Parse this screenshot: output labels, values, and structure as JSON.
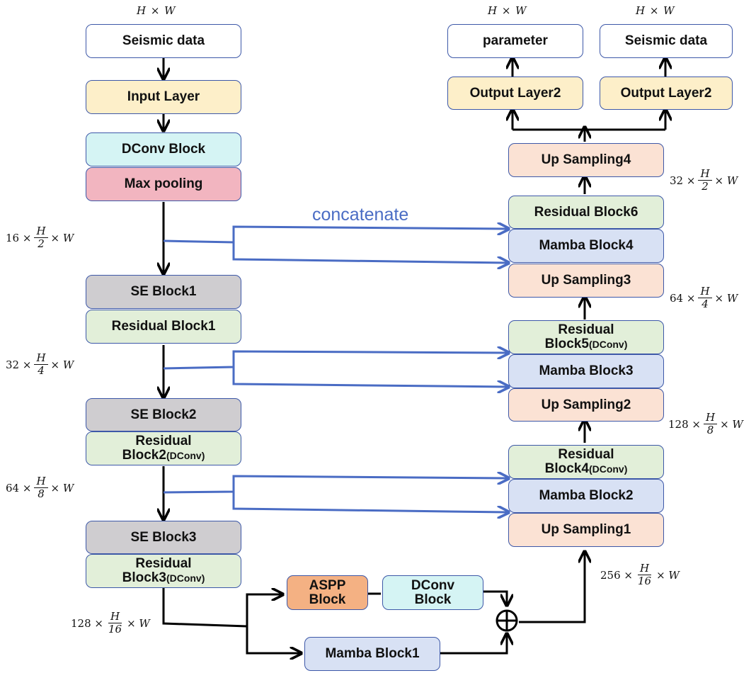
{
  "boxes": {
    "seismic_in": "Seismic data",
    "input_layer": "Input Layer",
    "dconv_block": "DConv Block",
    "max_pooling": "Max pooling",
    "se1": "SE Block1",
    "res1": "Residual Block1",
    "se2": "SE Block2",
    "res2_a": "Residual",
    "res2_b": "Block2",
    "res2_sub": "(DConv)",
    "se3": "SE Block3",
    "res3_a": "Residual",
    "res3_b": "Block3",
    "res3_sub": "(DConv)",
    "aspp_a": "ASPP",
    "aspp_b": "Block",
    "dconv2_a": "DConv",
    "dconv2_b": "Block",
    "mamba1": "Mamba Block1",
    "upsamp1": "Up Sampling1",
    "mamba2": "Mamba Block2",
    "res4_a": "Residual",
    "res4_b": "Block4",
    "res4_sub": "(DConv)",
    "upsamp2": "Up Sampling2",
    "mamba3": "Mamba Block3",
    "res5_a": "Residual",
    "res5_b": "Block5",
    "res5_sub": "(DConv)",
    "upsamp3": "Up Sampling3",
    "mamba4": "Mamba Block4",
    "res6": "Residual Block6",
    "upsamp4": "Up Sampling4",
    "out_layer_a": "Output Layer2",
    "out_layer_b": "Output Layer2",
    "parameter": "parameter",
    "seismic_out": "Seismic data"
  },
  "concat_label": "concatenate",
  "dims": {
    "hw_top": "H   ×  W",
    "hw_param": "H   ×  W",
    "hw_seis_out": "H   ×  W"
  },
  "size_labels": {
    "enc1": {
      "coef": "16 ×",
      "num": "H",
      "den": "2",
      "tail": "× W"
    },
    "enc2": {
      "coef": "32 ×",
      "num": "H",
      "den": "4",
      "tail": "× W"
    },
    "enc3": {
      "coef": "64 ×",
      "num": "H",
      "den": "8",
      "tail": "× W"
    },
    "enc4": {
      "coef": "128 ×",
      "num": "H",
      "den": "16",
      "tail": "× W"
    },
    "dec1": {
      "coef": "256 ×",
      "num": "H",
      "den": "16",
      "tail": "× W"
    },
    "dec2": {
      "coef": "128 ×",
      "num": "H",
      "den": "8",
      "tail": "× W"
    },
    "dec3": {
      "coef": "64 ×",
      "num": "H",
      "den": "4",
      "tail": "× W"
    },
    "dec4": {
      "coef": "32 ×",
      "num": "H",
      "den": "2",
      "tail": "× W"
    }
  },
  "colors": {
    "arrow_black": "#000000",
    "skip_blue": "#4a6cc4",
    "box_border": "#3d58a8"
  }
}
